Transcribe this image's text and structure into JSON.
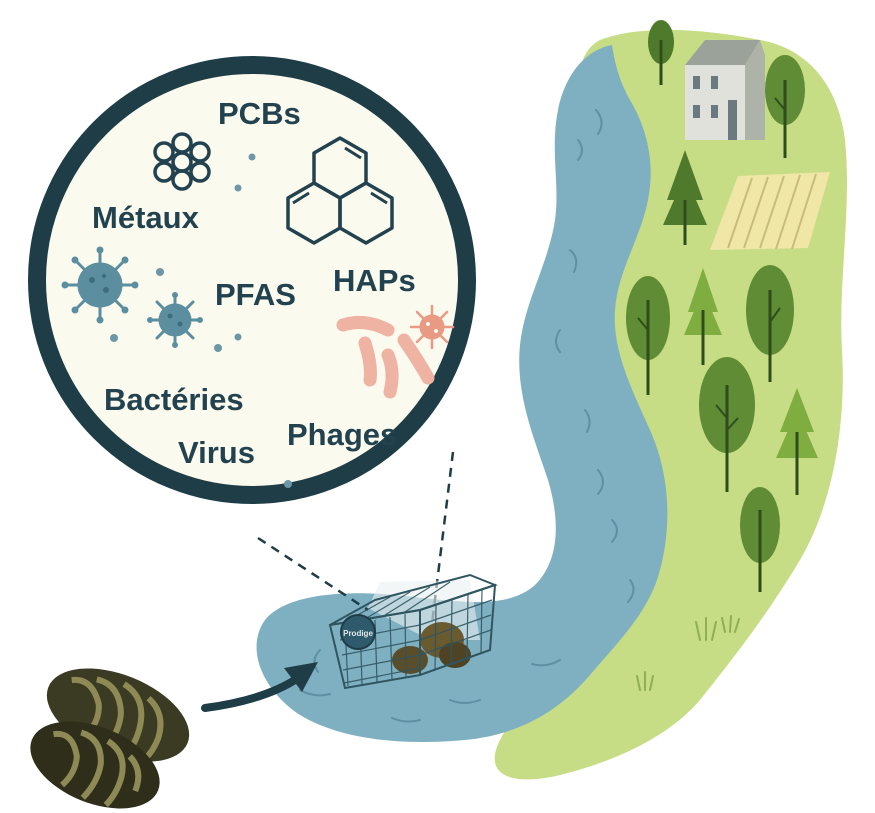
{
  "labels": {
    "pcbs": "PCBs",
    "metaux": "Métaux",
    "pfas": "PFAS",
    "haps": "HAPs",
    "bacteries": "Bactéries",
    "virus": "Virus",
    "phages": "Phages"
  },
  "cage_tag": "Prodige",
  "colors": {
    "land": "#c7dd85",
    "river": "#7fb0c2",
    "circle_border": "#1e3d47",
    "circle_fill": "#fbfaee",
    "text": "#23424f",
    "virus": "#5b8fa0",
    "bacteria": "#eeb3a3",
    "tree_dark": "#4f7a2c",
    "tree_light": "#7fad3f",
    "mussel": "#3b3a22"
  },
  "icons": [
    "benzene-ring-icon",
    "metal-cluster-icon",
    "virus-icon",
    "bacteria-icon",
    "phage-icon",
    "mussel-icon",
    "cage-icon",
    "house-icon",
    "tree-icon",
    "field-icon",
    "arrow-icon"
  ]
}
